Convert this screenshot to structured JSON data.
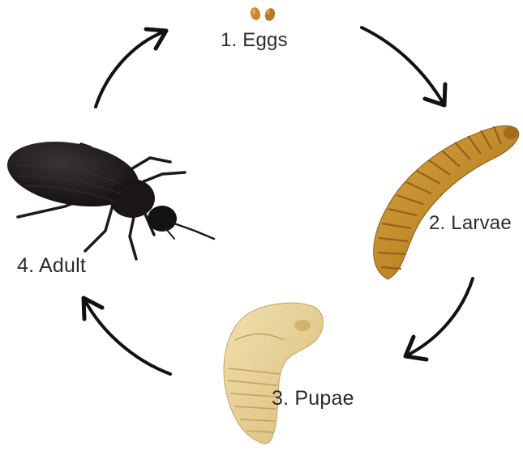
{
  "stages": [
    {
      "key": "eggs",
      "label": "1. Eggs",
      "icon": "eggs-icon"
    },
    {
      "key": "larvae",
      "label": "2. Larvae",
      "icon": "larva-icon"
    },
    {
      "key": "pupae",
      "label": "3. Pupae",
      "icon": "pupa-icon"
    },
    {
      "key": "adult",
      "label": "4. Adult",
      "icon": "beetle-icon"
    }
  ],
  "colors": {
    "arrow": "#111111",
    "label": "#2b2b2b",
    "egg": "#c9892f",
    "larva": "#c08a2a",
    "larva_band": "#8a5a1a",
    "pupa": "#e8d29a",
    "beetle": "#1e1a1c"
  }
}
